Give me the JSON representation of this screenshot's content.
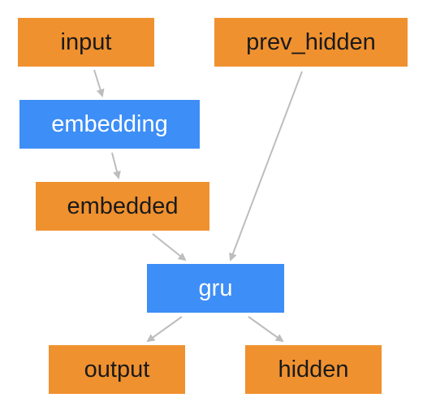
{
  "nodes": {
    "input": "input",
    "prev_hidden": "prev_hidden",
    "embedding": "embedding",
    "embedded": "embedded",
    "gru": "gru",
    "output": "output",
    "hidden": "hidden"
  },
  "colors": {
    "data_node": "#f0912f",
    "layer_node": "#3d8ef7",
    "edge": "#bdbdbd",
    "data_text": "#1a1a1a",
    "layer_text": "#ffffff"
  }
}
